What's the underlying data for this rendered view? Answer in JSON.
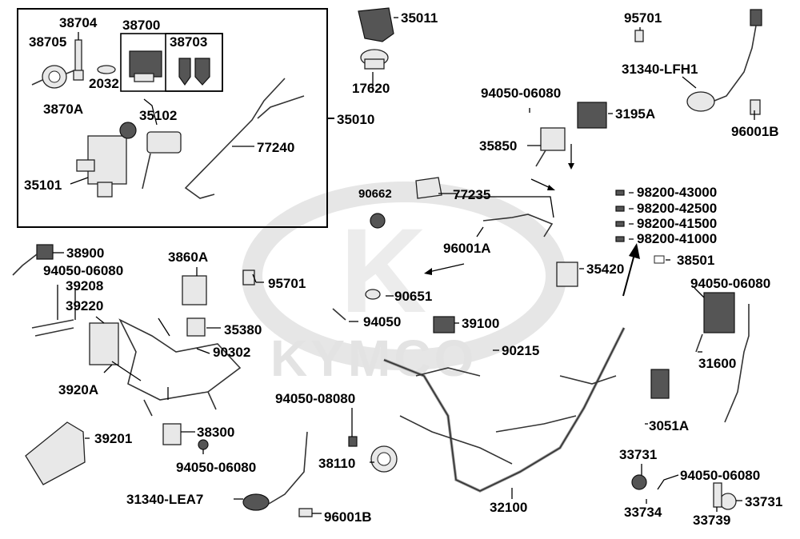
{
  "watermark": {
    "brand": "KYMCO"
  },
  "labels": {
    "p38704": "38704",
    "p38700": "38700",
    "p38705": "38705",
    "p38703": "38703",
    "p2032": "2032",
    "p3870A": "3870A",
    "p35102": "35102",
    "p77240": "77240",
    "p35101": "35101",
    "p35010": "35010",
    "p35011": "35011",
    "p17620": "17620",
    "p95701_top": "95701",
    "p31340_LFH1": "31340-LFH1",
    "p96001B_top": "96001B",
    "p94050_06080_a": "94050-06080",
    "p3195A": "3195A",
    "p35850": "35850",
    "p90662": "90662",
    "p77235": "77235",
    "p96001A": "96001A",
    "p98200_43000": "98200-43000",
    "p98200_42500": "98200-42500",
    "p98200_41500": "98200-41500",
    "p98200_41000": "98200-41000",
    "p38501": "38501",
    "p35420": "35420",
    "p94050_06080_b": "94050-06080",
    "p38900": "38900",
    "p94050_06080_c": "94050-06080",
    "p39208": "39208",
    "p39220": "39220",
    "p3860A": "3860A",
    "p95701_mid": "95701",
    "p90651": "90651",
    "p94050": "94050",
    "p39100": "39100",
    "p35380": "35380",
    "p90302": "90302",
    "p90215": "90215",
    "p31600": "31600",
    "p3920A": "3920A",
    "p94050_08080": "94050-08080",
    "p3051A": "3051A",
    "p39201": "39201",
    "p38300": "38300",
    "p94050_06080_d": "94050-06080",
    "p38110": "38110",
    "p33731_a": "33731",
    "p94050_06080_e": "94050-06080",
    "p31340_LEA7": "31340-LEA7",
    "p32100": "32100",
    "p33734": "33734",
    "p33739": "33739",
    "p33731_b": "33731",
    "p96001B_bot": "96001B"
  }
}
